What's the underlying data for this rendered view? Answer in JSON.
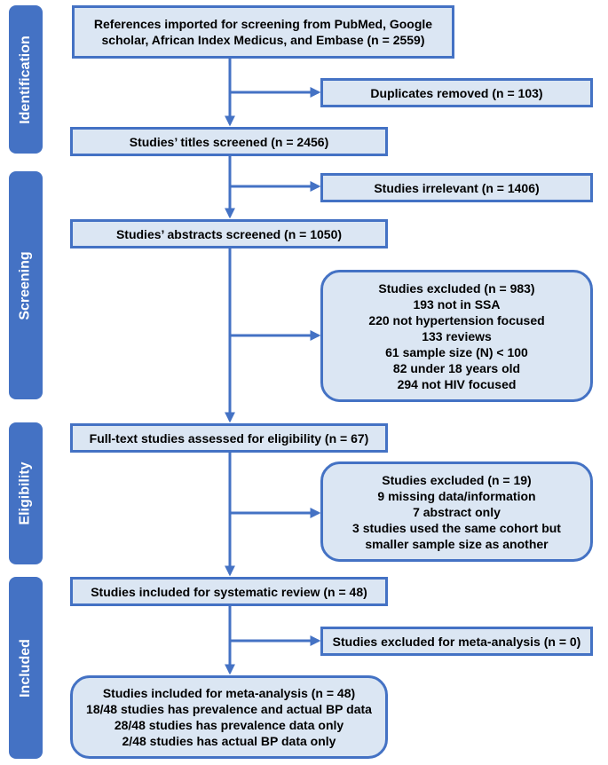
{
  "phases": {
    "identification": "Identification",
    "screening": "Screening",
    "eligibility": "Eligibility",
    "included": "Included"
  },
  "boxes": {
    "records_imported": {
      "lines": [
        "References imported for screening from PubMed, Google",
        "scholar, African Index Medicus, and Embase (n = 2559)"
      ]
    },
    "duplicates_removed": {
      "lines": [
        "Duplicates removed (n = 103)"
      ]
    },
    "titles_screened": {
      "lines": [
        "Studies’ titles screened (n = 2456)"
      ]
    },
    "studies_irrelevant": {
      "lines": [
        "Studies irrelevant (n = 1406)"
      ]
    },
    "abstracts_screened": {
      "lines": [
        "Studies’ abstracts screened (n = 1050)"
      ]
    },
    "excluded_screening": {
      "lines": [
        "Studies excluded (n = 983)",
        "193 not in SSA",
        "220 not hypertension focused",
        "133 reviews",
        "61 sample size (N) < 100",
        "82 under 18 years old",
        "294 not HIV focused"
      ]
    },
    "fulltext_assessed": {
      "lines": [
        "Full-text studies assessed for eligibility (n = 67)"
      ]
    },
    "excluded_eligibility": {
      "lines": [
        "Studies excluded (n = 19)",
        "9 missing data/information",
        "7 abstract only",
        "3 studies used the same cohort but",
        "smaller sample size as another"
      ]
    },
    "systematic_review": {
      "lines": [
        "Studies included for systematic review (n = 48)"
      ]
    },
    "excluded_meta": {
      "lines": [
        "Studies excluded for meta-analysis (n = 0)"
      ]
    },
    "meta_analysis": {
      "lines": [
        "Studies included for meta-analysis (n = 48)",
        "18/48 studies has prevalence and actual BP data",
        "28/48 studies has prevalence data only",
        "2/48 studies has actual BP data only"
      ]
    }
  },
  "colors": {
    "accent": "#4472c4",
    "box_fill": "#dbe6f3",
    "text": "#000000"
  }
}
